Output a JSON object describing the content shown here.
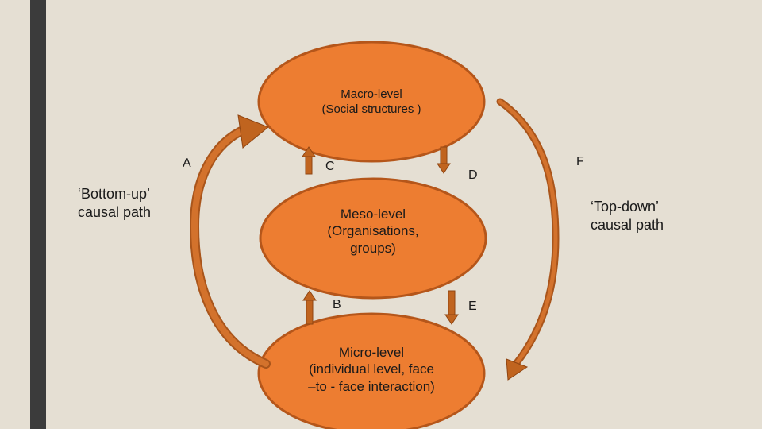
{
  "diagram": {
    "levels": {
      "macro": {
        "line1": "Macro-level",
        "line2": "(Social structures )"
      },
      "meso": {
        "line1": "Meso-level",
        "line2": "(Organisations,",
        "line3": "groups)"
      },
      "micro": {
        "line1": "Micro-level",
        "line2": "(individual level, face",
        "line3": "–to - face interaction)"
      }
    },
    "arrow_labels": {
      "a": "A",
      "b": "B",
      "c": "C",
      "d": "D",
      "e": "E",
      "f": "F"
    },
    "bottom_up": {
      "line1": "‘Bottom-up’",
      "line2": "causal path"
    },
    "top_down": {
      "line1": "‘Top-down’",
      "line2": "causal path"
    },
    "colors": {
      "ellipse_fill": "#ed7d31",
      "ellipse_stroke": "#b5561a",
      "arrow_fill": "#c0641f",
      "background": "#e5dfd3",
      "sidebar": "#3b3b3b"
    }
  }
}
